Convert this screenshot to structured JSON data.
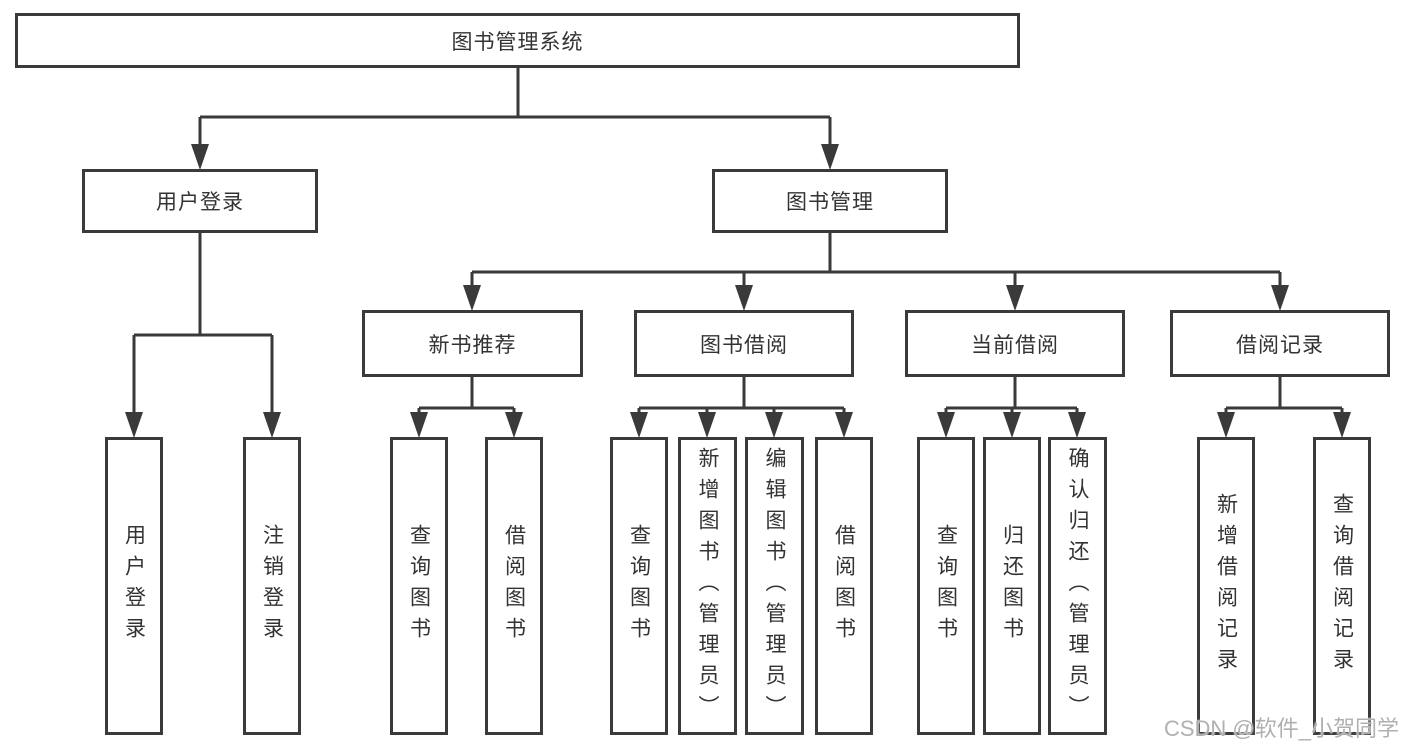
{
  "root": {
    "label": "图书管理系统"
  },
  "level2": {
    "user": {
      "label": "用户登录"
    },
    "mgmt": {
      "label": "图书管理"
    }
  },
  "level3": {
    "recommend": {
      "label": "新书推荐"
    },
    "borrow": {
      "label": "图书借阅"
    },
    "current": {
      "label": "当前借阅"
    },
    "records": {
      "label": "借阅记录"
    }
  },
  "leaves": {
    "user_login": {
      "label": "用户登录"
    },
    "user_logout": {
      "label": "注销登录"
    },
    "rec_query": {
      "label": "查询图书"
    },
    "rec_borrow": {
      "label": "借阅图书"
    },
    "bb_query": {
      "label": "查询图书"
    },
    "bb_add": {
      "label": "新增图书（管理员）"
    },
    "bb_edit": {
      "label": "编辑图书（管理员）"
    },
    "bb_borrow": {
      "label": "借阅图书"
    },
    "cb_query": {
      "label": "查询图书"
    },
    "cb_return": {
      "label": "归还图书"
    },
    "cb_confirm": {
      "label": "确认归还（管理员）"
    },
    "br_add": {
      "label": "新增借阅记录"
    },
    "br_query": {
      "label": "查询借阅记录"
    }
  },
  "watermark": "CSDN @软件_小贺同学",
  "colors": {
    "line": "#3a3a3a",
    "text": "#333333",
    "watermark": "#b0b0b0",
    "background": "#ffffff"
  }
}
